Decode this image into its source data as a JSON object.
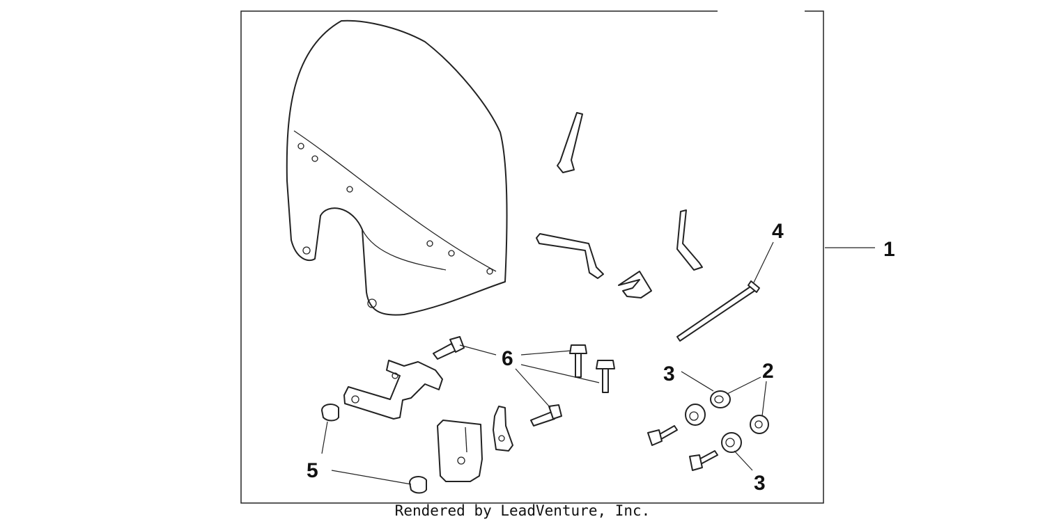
{
  "callouts": {
    "c1": "1",
    "c2": "2",
    "c3a": "3",
    "c3b": "3",
    "c4": "4",
    "c5": "5",
    "c6": "6"
  },
  "footer": {
    "credit": "Rendered by LeadVenture, Inc."
  }
}
